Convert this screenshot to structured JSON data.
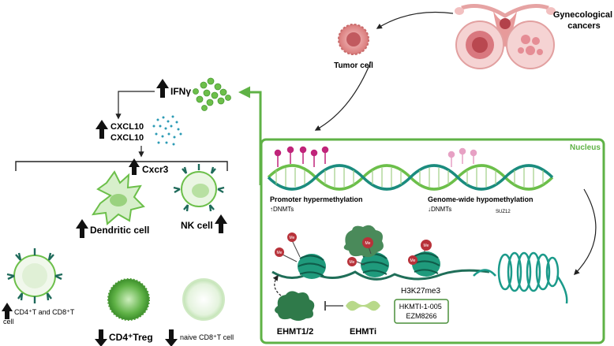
{
  "labels": {
    "gynecological_cancers": [
      "Gynecological",
      "cancers"
    ],
    "tumor_cell": "Tumor cell",
    "nucleus": "Nucleus",
    "ifng": "IFNγ",
    "cxcl10_a": "CXCL10",
    "cxcl10_b": "CXCL10",
    "cxcr3": "Cxcr3",
    "dendritic_cell": "Dendritic cell",
    "nk_cell": "NK cell",
    "cd4_cd8": [
      "CD4⁺T and CD8⁺T",
      "cell"
    ],
    "cd4_treg": "CD4⁺Treg",
    "naive_cd8": "naive CD8⁺T cell",
    "promoter_hypermethylation": "Promoter hypermethylation",
    "dnmts_up": "↑DNMTs",
    "genome_wide_hypomethylation": "Genome-wide hypomethylation",
    "dnmts_down": "↓DNMTs",
    "suz12": "SUZ12",
    "h3k27me3": "H3K27me3",
    "me": "Me",
    "ehmt12": "EHMT1/2",
    "ehmti": "EHMTi",
    "drugs": [
      "HKMTI-1-005",
      "EZM8266"
    ]
  },
  "icons": [
    "uterus-icon",
    "tumor-cell-icon",
    "ifng-molecules-icon",
    "cxcl10-dots-icon",
    "dendritic-cell-icon",
    "nk-cell-icon",
    "t-cell-icon",
    "treg-cell-icon",
    "naive-cd8-cell-icon",
    "dna-helix-icon",
    "nucleosome-icon",
    "chromatin-coil-icon",
    "ehmt-enzyme-icon",
    "ehmt-inhibitor-icon"
  ],
  "colors": {
    "accent_green": "#5fb246",
    "dna_green": "#6cbf4a",
    "dna_teal": "#1b8c7e",
    "methyl_magenta": "#c0247a",
    "methyl_pink": "#e7a1c4",
    "me_red": "#b8323a",
    "nucleosome": "#1f9a7c"
  }
}
